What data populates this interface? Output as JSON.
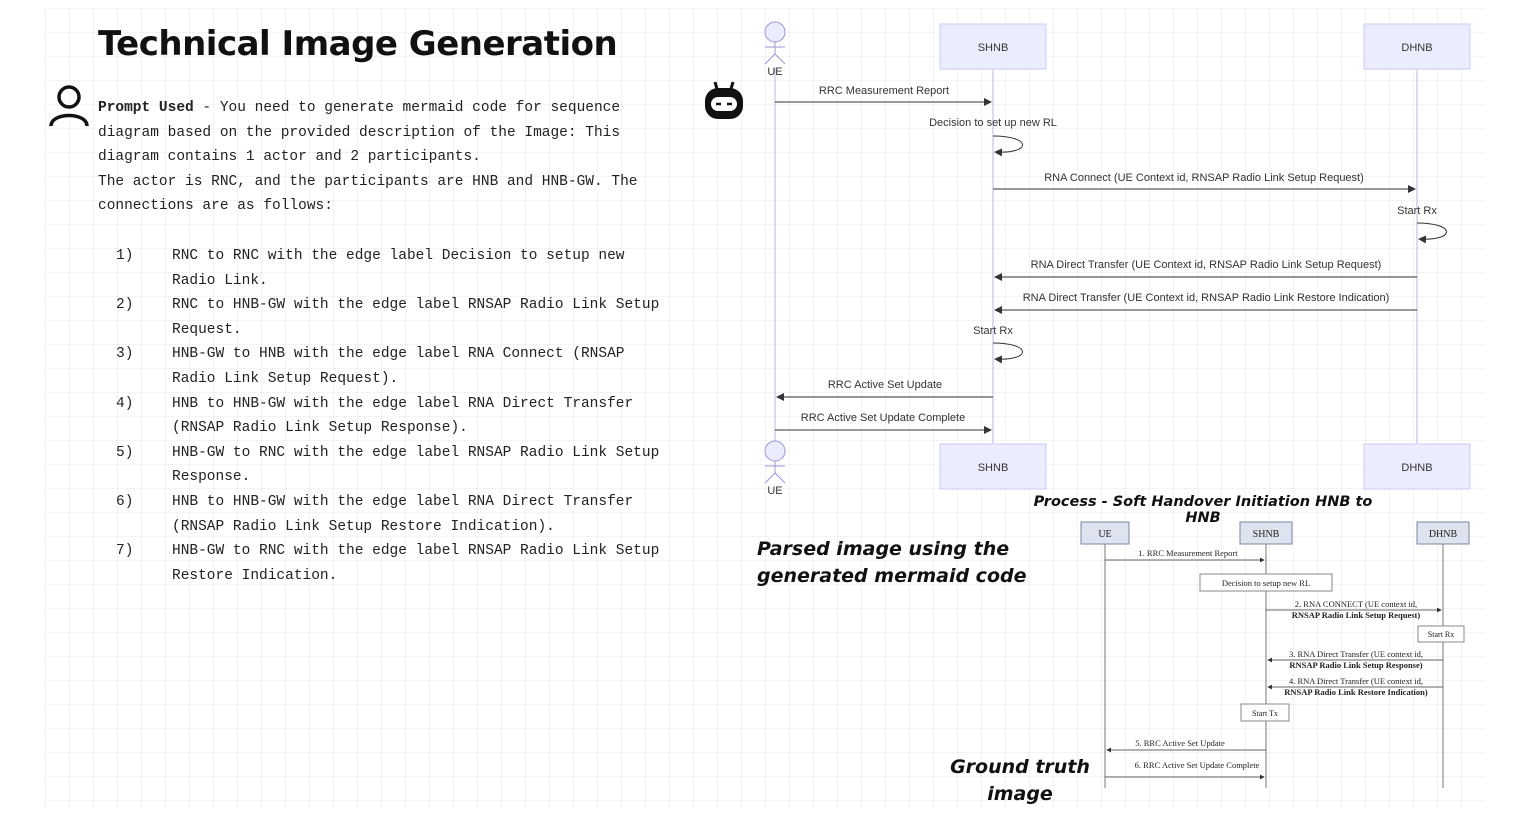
{
  "page": {
    "title": "Technical Image Generation"
  },
  "prompt": {
    "label": "Prompt Used",
    "intro": " - You need to generate mermaid code for sequence diagram based on the provided description of the Image:  This diagram contains 1 actor and 2 participants.",
    "intro2": "The actor is RNC, and the participants are HNB and HNB-GW. The connections are as follows:",
    "steps": [
      {
        "num": "1)",
        "text": "RNC to RNC with the edge label Decision to setup new Radio Link."
      },
      {
        "num": "2)",
        "text": "RNC to HNB-GW with the edge label RNSAP Radio Link Setup Request."
      },
      {
        "num": "3)",
        "text": "HNB-GW to HNB with the edge label RNA Connect (RNSAP Radio Link Setup Request)."
      },
      {
        "num": "4)",
        "text": "HNB to HNB-GW with the edge label RNA Direct Transfer (RNSAP Radio Link Setup Response)."
      },
      {
        "num": "5)",
        "text": "HNB-GW to RNC with the edge label RNSAP Radio Link Setup Response."
      },
      {
        "num": "6)",
        "text": "HNB to HNB-GW with the edge label RNA Direct Transfer (RNSAP Radio Link Setup Restore Indication)."
      },
      {
        "num": "7)",
        "text": "HNB-GW to RNC with the edge label RNSAP Radio Link Setup Restore Indication."
      }
    ]
  },
  "icons": {
    "user": "user-icon",
    "bot": "robot-icon"
  },
  "parsed_diagram": {
    "actor": "UE",
    "participants": [
      "SHNB",
      "DHNB"
    ],
    "messages": {
      "m1": "RRC Measurement Report",
      "m2": "Decision to set up new RL",
      "m3": "RNA Connect (UE Context id, RNSAP Radio Link Setup Request)",
      "m4": "Start Rx",
      "m5": "RNA Direct Transfer (UE Context id, RNSAP Radio Link Setup Request)",
      "m6": "RNA Direct Transfer (UE Context id, RNSAP Radio Link Restore Indication)",
      "m7": "Start Rx",
      "m8": "RRC Active Set Update",
      "m9": "RRC Active Set Update Complete"
    },
    "caption": "Parsed image using the generated mermaid code"
  },
  "ground_truth": {
    "title": "Process - Soft Handover Initiation HNB to HNB",
    "participants": [
      "UE",
      "SHNB",
      "DHNB"
    ],
    "messages": {
      "g1": "1. RRC Measurement Report",
      "g2": "Decision to setup new RL",
      "g3a": "2. RNA CONNECT (UE context id,",
      "g3b": "RNSAP Radio Link Setup Request)",
      "g4": "Start Rx",
      "g5a": "3. RNA Direct Transfer (UE context id,",
      "g5b": "RNSAP Radio Link Setup Response)",
      "g6a": "4. RNA Direct Transfer (UE context id,",
      "g6b": "RNSAP Radio Link Restore Indication)",
      "g7": "Start Tx",
      "g8": "5. RRC Active Set Update",
      "g9": "6. RRC Active Set Update Complete"
    },
    "caption": "Ground truth image"
  },
  "colors": {
    "participant_fill": "#ececff",
    "participant_stroke": "#ccccf5",
    "lifeline": "#c9c1e8",
    "actor_fill": "#ececff",
    "actor_stroke": "#9c94d6"
  }
}
